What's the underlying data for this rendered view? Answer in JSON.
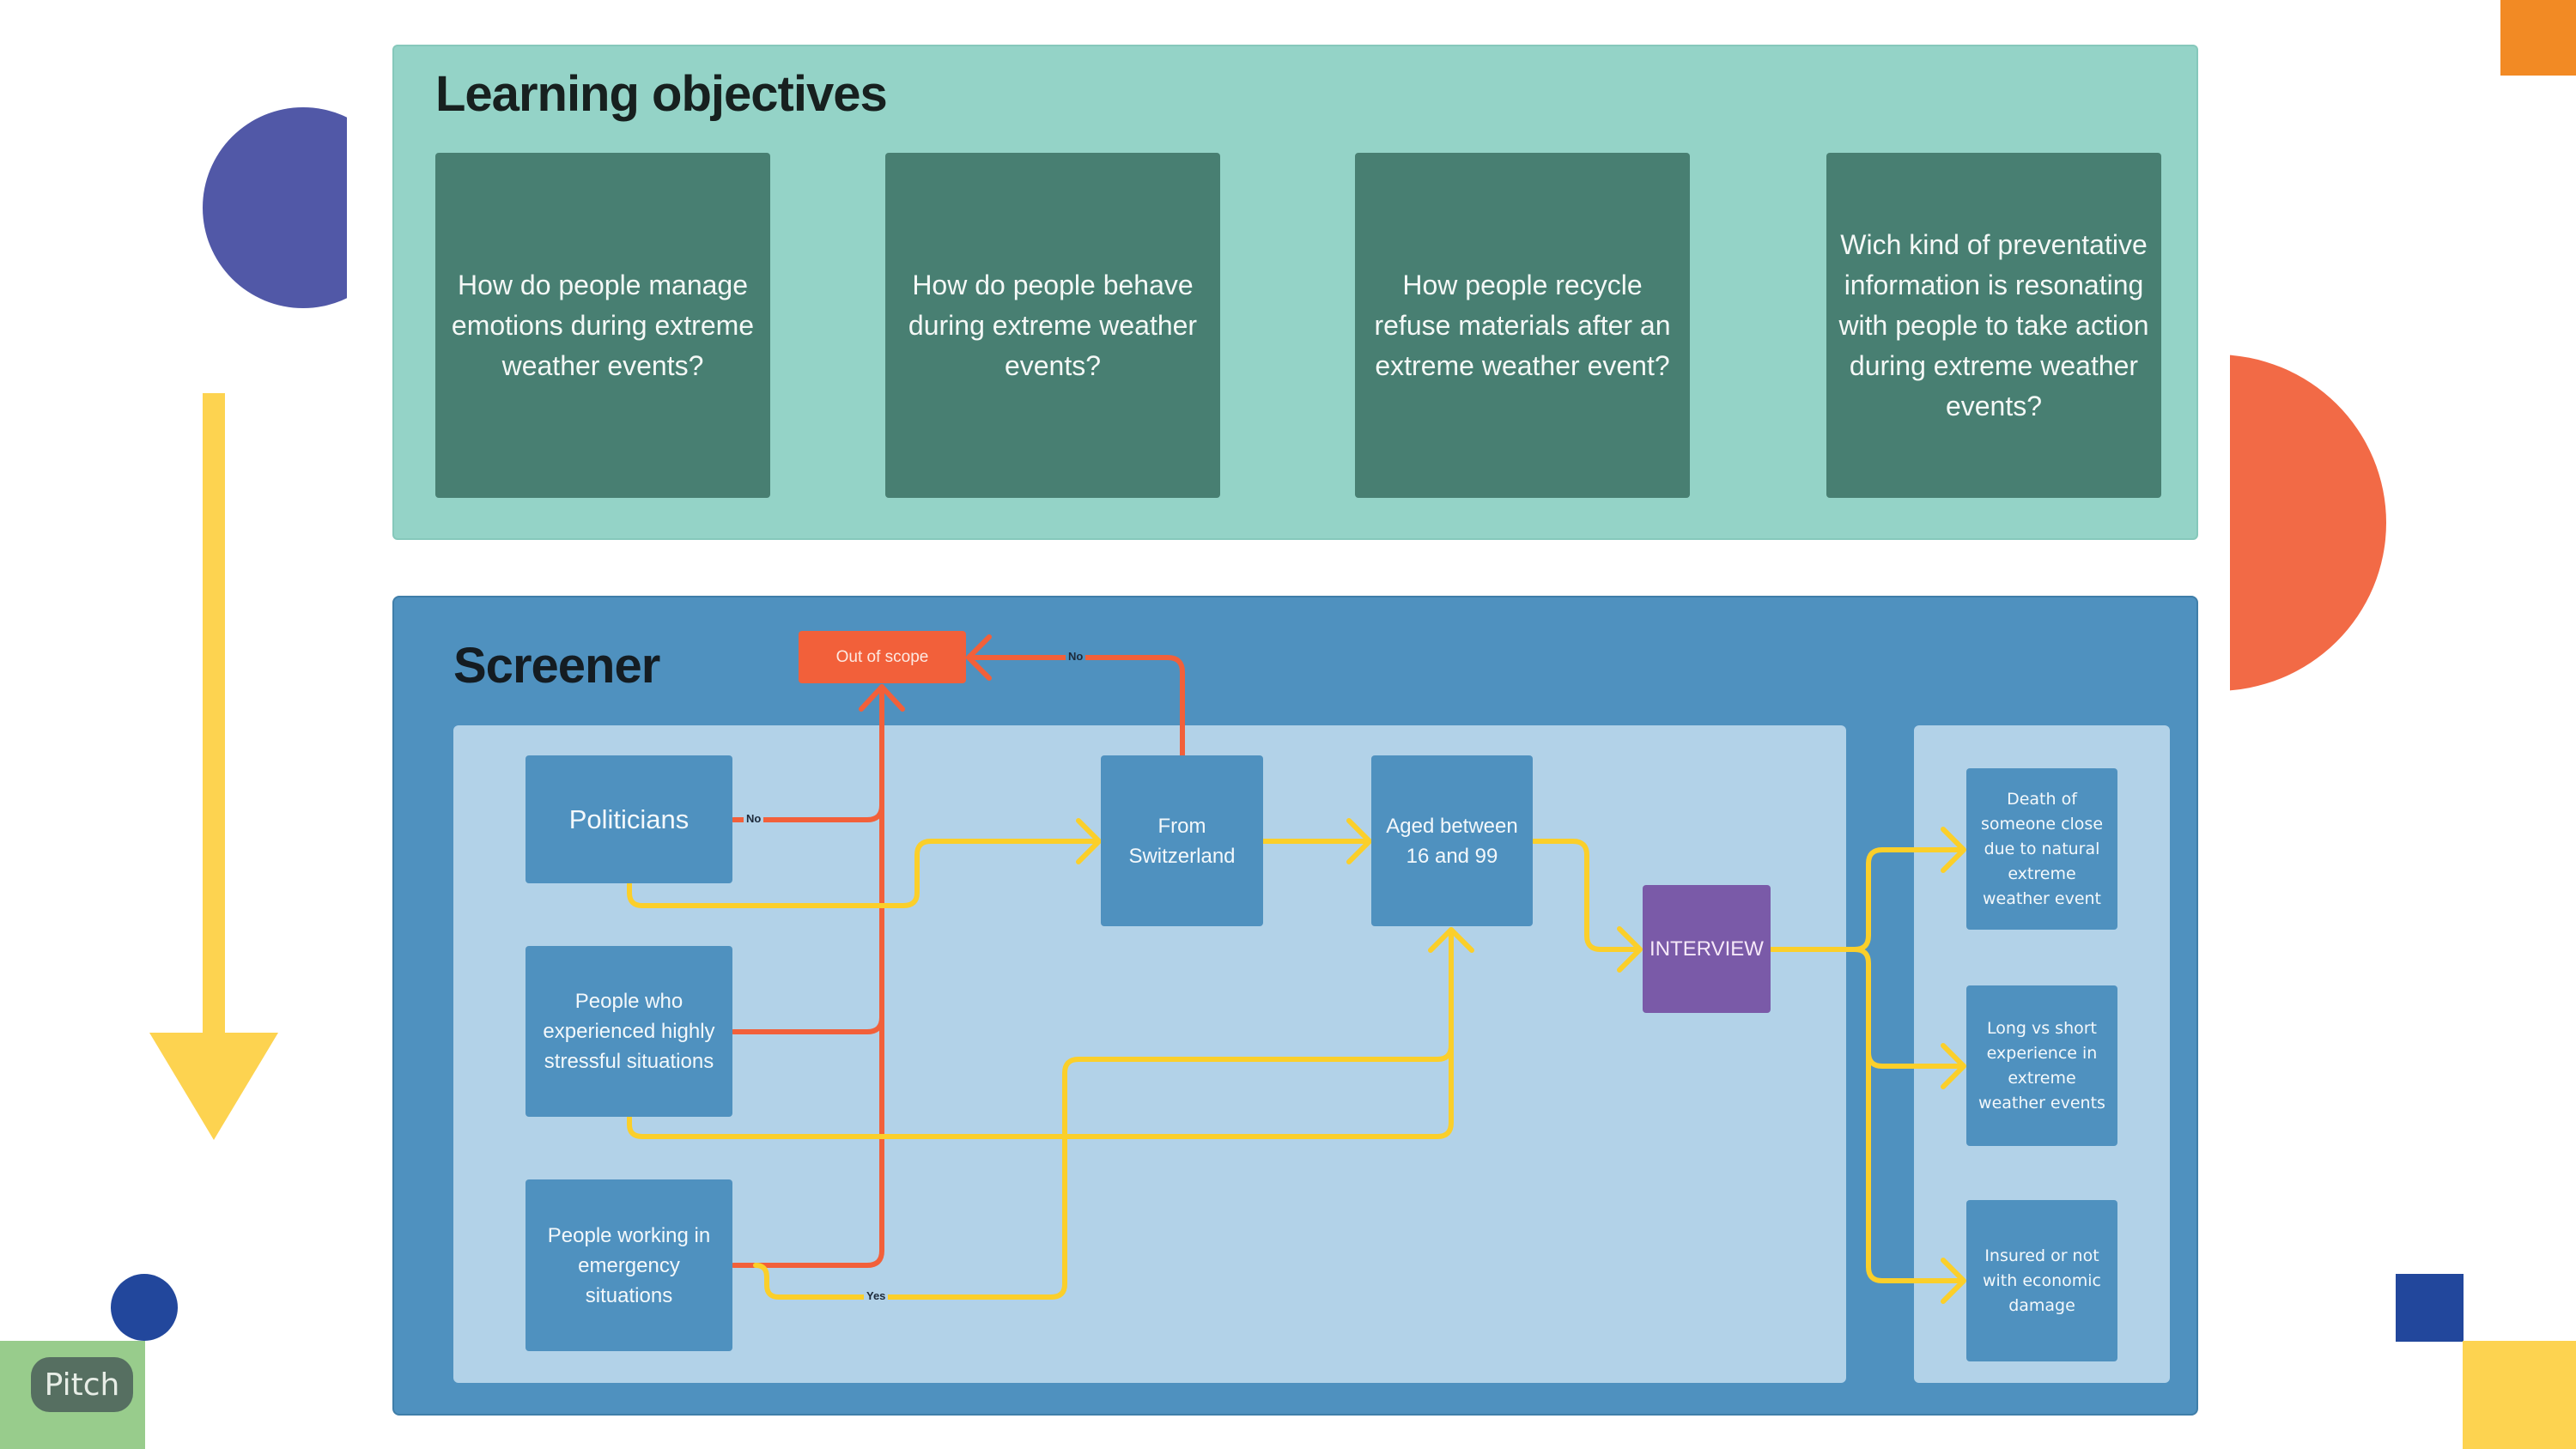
{
  "colors": {
    "objectives_panel": "#94d3c7",
    "objective_card": "#487f72",
    "screener_panel": "#4f91bf",
    "flow_panel": "#b2d2e8",
    "node": "#4f91bf",
    "out_of_scope": "#f2603a",
    "interview": "#7a5aa8",
    "no_edge": "#f2603a",
    "yes_edge": "#fbcf2a"
  },
  "branding": {
    "logo_label": "Pitch"
  },
  "objectives": {
    "title": "Learning objectives",
    "cards": [
      "How do people manage emotions during extreme weather events?",
      "How do people behave during extreme weather events?",
      "How people recycle refuse materials after an extreme weather event?",
      "Wich kind of preventative information is resonating with people to take action during extreme weather events?"
    ]
  },
  "screener": {
    "title": "Screener",
    "nodes": {
      "out_of_scope": "Out of scope",
      "politicians": "Politicians",
      "stressful": "People who experienced highly stressful situations",
      "emergency": "People working in emergency situations",
      "switzerland": "From Switzerland",
      "age": "Aged between 16 and 99",
      "interview": "INTERVIEW"
    },
    "profiles": [
      "Death of someone close due to natural extreme weather event",
      "Long vs short experience in extreme weather events",
      "Insured or not with economic damage"
    ],
    "edge_labels": {
      "politicians_no": "No",
      "switzerland_no": "No",
      "emergency_yes": "Yes"
    },
    "edges": [
      {
        "from": "politicians",
        "to": "out_of_scope",
        "type": "no",
        "label": "No"
      },
      {
        "from": "stressful",
        "to": "out_of_scope",
        "type": "no"
      },
      {
        "from": "emergency",
        "to": "out_of_scope",
        "type": "no"
      },
      {
        "from": "switzerland",
        "to": "out_of_scope",
        "type": "no",
        "label": "No"
      },
      {
        "from": "politicians",
        "to": "switzerland",
        "type": "yes"
      },
      {
        "from": "switzerland",
        "to": "age",
        "type": "yes"
      },
      {
        "from": "stressful",
        "to": "age",
        "type": "yes"
      },
      {
        "from": "emergency",
        "to": "age",
        "type": "yes",
        "label": "Yes"
      },
      {
        "from": "age",
        "to": "interview",
        "type": "yes"
      },
      {
        "from": "interview",
        "to": "profile_1",
        "type": "yes"
      },
      {
        "from": "interview",
        "to": "profile_2",
        "type": "yes"
      },
      {
        "from": "interview",
        "to": "profile_3",
        "type": "yes"
      }
    ]
  }
}
